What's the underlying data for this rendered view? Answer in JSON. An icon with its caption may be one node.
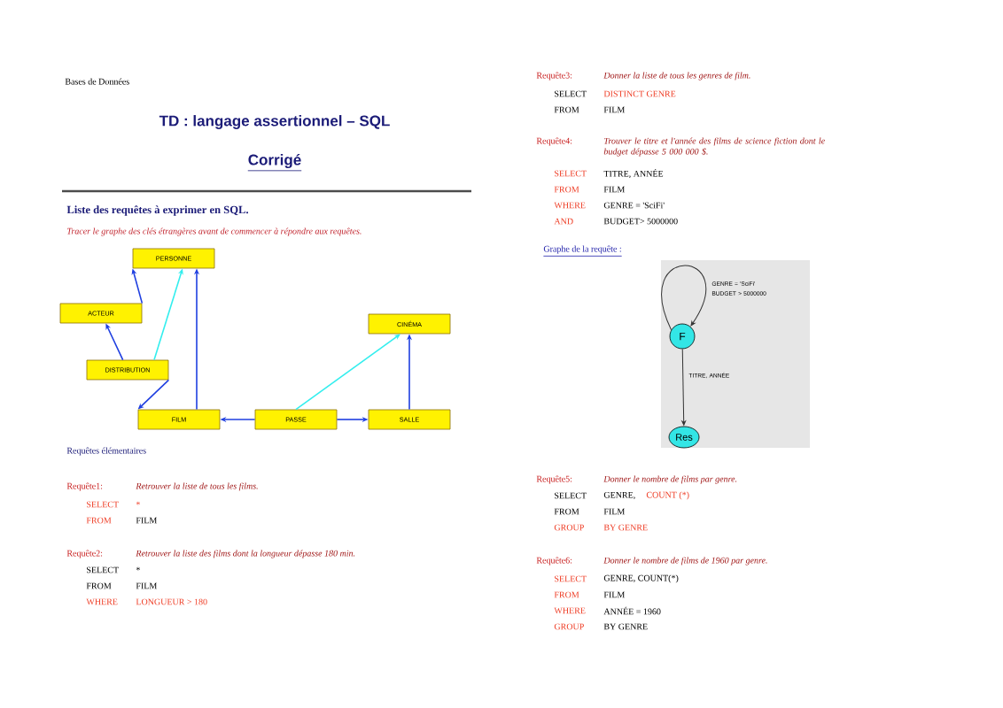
{
  "diagram": {
    "title": "TD : langage assertionnel – SQL",
    "nodes": [
      {
        "text": [
          "PERSONNE"
        ]
      },
      {
        "text": [
          "ACTEUR"
        ]
      },
      {
        "text": [
          "DISTRIBUTION"
        ]
      },
      {
        "text": [
          "CINÉMA"
        ]
      },
      {
        "text": [
          "FILM"
        ]
      },
      {
        "text": [
          "PASSE"
        ]
      },
      {
        "text": [
          "SALLE"
        ]
      },
      {
        "text": [
          "F"
        ]
      },
      {
        "text": [
          "Res"
        ]
      }
    ],
    "edges": [
      {
        "from": 1,
        "to": 0,
        "arrow": "to"
      },
      {
        "from": 2,
        "to": 1,
        "arrow": "to"
      },
      {
        "from": 2,
        "to": 0,
        "arrow": "to",
        "color": "#33eeee"
      },
      {
        "from": 2,
        "to": 4,
        "arrow": "to"
      },
      {
        "from": 4,
        "to": 0,
        "arrow": "to"
      },
      {
        "from": 5,
        "to": 4,
        "arrow": "to"
      },
      {
        "from": 5,
        "to": 6,
        "arrow": "to"
      },
      {
        "from": 5,
        "to": 3,
        "arrow": "to",
        "color": "#33eeee"
      },
      {
        "from": 6,
        "to": 3,
        "arrow": "to"
      },
      {
        "from": 7,
        "to": 7,
        "arrow": "to",
        "label": "GENRE = 'SciFi' BUDGET > 5000000",
        "color": "#333333"
      },
      {
        "from": 7,
        "to": 8,
        "arrow": "to",
        "label": "TITRE, ANNÉE",
        "color": "#333333"
      }
    ],
    "labels": [
      "Bases de Données",
      "Corrigé",
      "Liste des requêtes à exprimer en SQL.",
      "Tracer le graphe des clés étrangères avant de commencer à répondre aux requêtes.",
      "Requêtes élémentaires",
      "Requête1:",
      "Retrouver la liste de tous les films.",
      "SELECT",
      "*",
      "FROM",
      "FILM",
      "Requête2:",
      "Retrouver la liste des films dont la longueur dépasse 180 min.",
      "SELECT",
      "*",
      "FROM",
      "FILM",
      "WHERE",
      "LONGUEUR > 180",
      "Requête3:",
      "Donner la liste de tous les genres de film.",
      "SELECT",
      "DISTINCT GENRE",
      "FROM",
      "FILM",
      "Requête4:",
      "Trouver le titre et l'année des films de science fiction dont le budget dépasse 5 000 000 $.",
      "SELECT",
      "TITRE, ANNÉE",
      "FROM",
      "FILM",
      "WHERE",
      "GENRE = 'SciFi'",
      "AND",
      "BUDGET> 5000000",
      "Graphe de la requête :",
      "Requête5:",
      "Donner le nombre de films par genre.",
      "SELECT",
      "GENRE,",
      "COUNT (*)",
      "FROM",
      "FILM",
      "GROUP",
      "BY GENRE",
      "Requête6:",
      "Donner le nombre de films de 1960 par genre.",
      "SELECT",
      "GENRE, COUNT(*)",
      "FROM",
      "FILM",
      "WHERE",
      "ANNÉE = 1960",
      "GROUP",
      "BY GENRE"
    ]
  }
}
